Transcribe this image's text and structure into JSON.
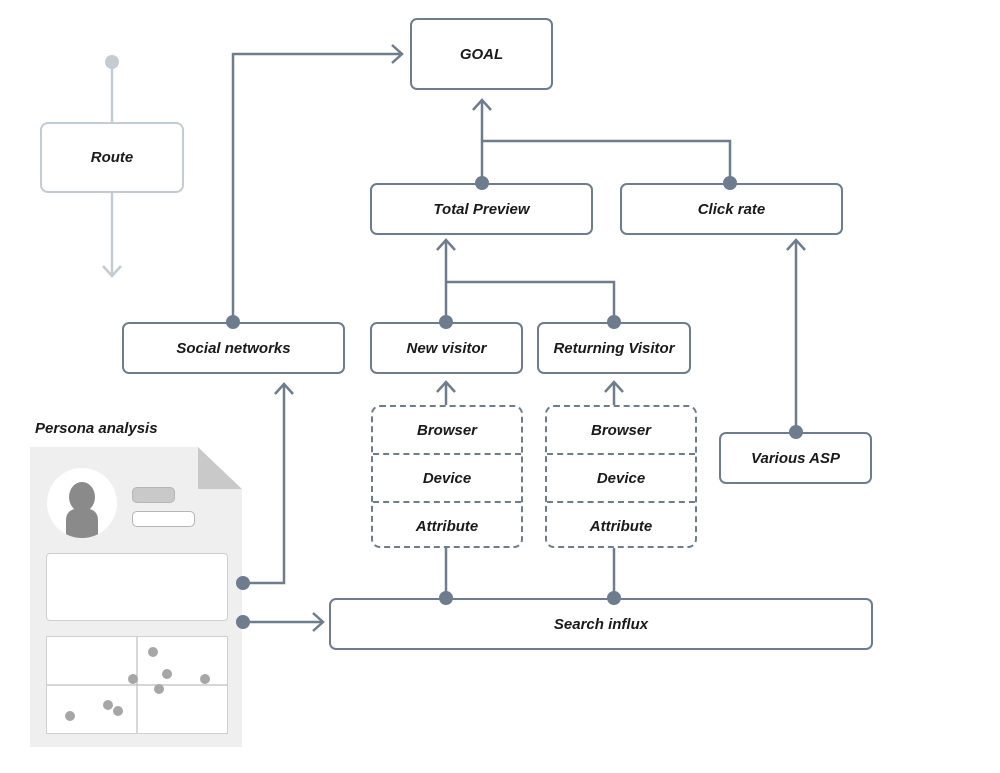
{
  "legend": {
    "route_label": "Route"
  },
  "nodes": {
    "goal": "GOAL",
    "total_preview": "Total Preview",
    "click_rate": "Click rate",
    "social_networks": "Social networks",
    "new_visitor": "New visitor",
    "returning_visitor": "Returning Visitor",
    "various_asp": "Various ASP",
    "search_influx": "Search influx"
  },
  "attribute_groups": {
    "new_visitor_rows": [
      "Browser",
      "Device",
      "Attribute"
    ],
    "returning_visitor_rows": [
      "Browser",
      "Device",
      "Attribute"
    ]
  },
  "persona": {
    "title": "Persona analysis",
    "scatter_points_count": 8
  },
  "colors": {
    "line": "#6e7d8d",
    "legend_line": "#c3cbd3",
    "card_bg": "#efefef",
    "dot_grey": "#a6a6a6"
  }
}
